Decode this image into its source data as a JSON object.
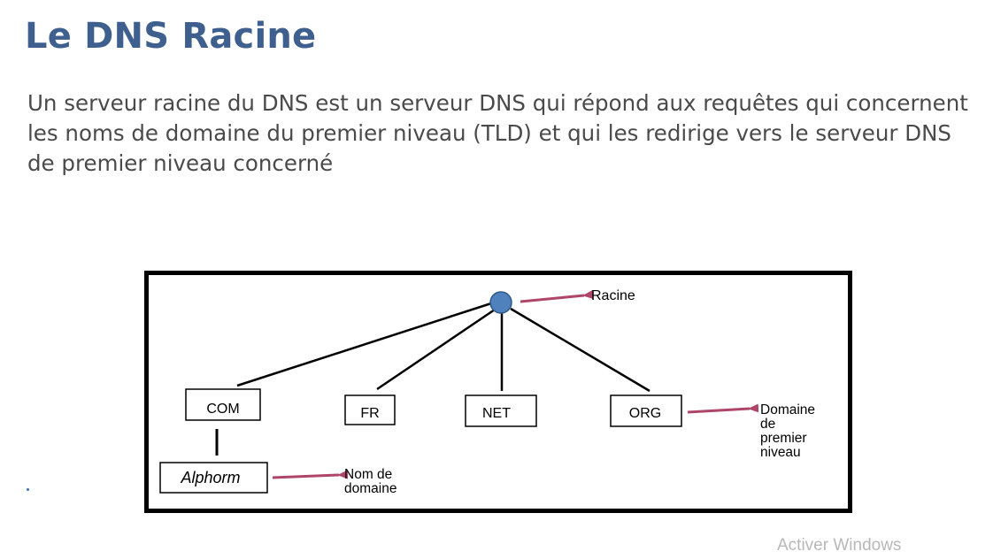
{
  "slide": {
    "title": "Le DNS Racine",
    "body": "Un serveur racine du DNS est un serveur DNS qui répond aux requêtes qui concernent les noms de domaine du premier niveau (TLD) et qui les redirige vers le serveur DNS de premier niveau concerné"
  },
  "diagram": {
    "root_label": "Racine",
    "nodes": {
      "com": "COM",
      "fr": "FR",
      "net": "NET",
      "org": "ORG",
      "alphorm": "Alphorm"
    },
    "tld_label": [
      "Domaine",
      "de",
      "premier",
      "niveau"
    ],
    "domain_label": [
      "Nom de",
      "domaine"
    ],
    "colors": {
      "root_fill": "#4f81bd",
      "arrow": "#b0456a",
      "frame": "#000000"
    }
  },
  "os_watermark": "Activer Windows"
}
